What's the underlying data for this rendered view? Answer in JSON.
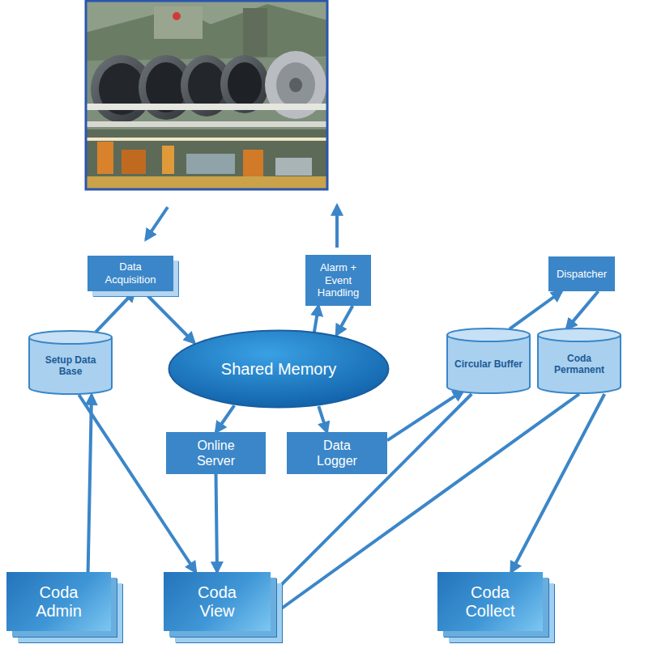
{
  "diagram": {
    "nodes": [
      {
        "text": [
          "Data Acquisition"
        ]
      },
      {
        "text": [
          "Alarm + Event Handling"
        ]
      },
      {
        "text": [
          "Dispatcher"
        ]
      },
      {
        "text": [
          "Setup Data Base"
        ]
      },
      {
        "text": [
          "Shared Memory"
        ]
      },
      {
        "text": [
          "Circular Buffer"
        ]
      },
      {
        "text": [
          "Coda Permanent"
        ]
      },
      {
        "text": [
          "Online Server"
        ]
      },
      {
        "text": [
          "Data Logger"
        ]
      },
      {
        "text": [
          "Coda Admin"
        ]
      },
      {
        "text": [
          "Coda View"
        ]
      },
      {
        "text": [
          "Coda Collect"
        ]
      }
    ],
    "edges": [
      {
        "from": 3,
        "to": 0,
        "arrow": "to"
      },
      {
        "from": 0,
        "to": 4,
        "arrow": "to"
      },
      {
        "from": 4,
        "to": 1,
        "arrow": "to"
      },
      {
        "from": 1,
        "to": 4,
        "arrow": "to"
      },
      {
        "from": 5,
        "to": 2,
        "arrow": "to"
      },
      {
        "from": 2,
        "to": 6,
        "arrow": "to"
      },
      {
        "from": 4,
        "to": 7,
        "arrow": "to"
      },
      {
        "from": 4,
        "to": 8,
        "arrow": "to"
      },
      {
        "from": 8,
        "to": 5,
        "arrow": "to"
      },
      {
        "from": 9,
        "to": 3,
        "arrow": "to"
      },
      {
        "from": 3,
        "to": 10,
        "arrow": "to"
      },
      {
        "from": 7,
        "to": 10,
        "arrow": "to"
      },
      {
        "from": 5,
        "to": 10,
        "arrow": "to"
      },
      {
        "from": 6,
        "to": 10,
        "arrow": "to"
      },
      {
        "from": 6,
        "to": 11,
        "arrow": "to"
      }
    ]
  }
}
